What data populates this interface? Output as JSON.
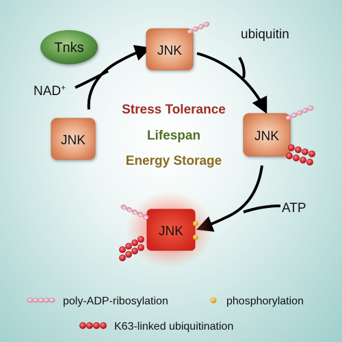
{
  "nodes": {
    "tnks": "Tnks",
    "jnk_start": "JNK",
    "jnk_top": "JNK",
    "jnk_right": "JNK",
    "jnk_bottom": "JNK"
  },
  "labels": {
    "nad": "NAD",
    "nad_sup": "+",
    "ubiquitin": "ubiquitin",
    "atp": "ATP"
  },
  "center": {
    "line1": "Stress Tolerance",
    "line2": "Lifespan",
    "line3": "Energy Storage"
  },
  "legend": {
    "parylation": "poly-ADP-ribosylation",
    "phosphorylation": "phosphorylation",
    "k63_ubiquitination": "K63-linked ubiquitination"
  },
  "colors": {
    "jnk_box": "#e08a63",
    "jnk_box_active": "#e0342c",
    "tnks_oval": "#4f8a3c",
    "ubiquitin_bead": "#d9202a",
    "par_bead": "#e8a6b4",
    "phospho": "#e6a92a",
    "stress_text": "#a02a26",
    "lifespan_text": "#4e6e26",
    "energy_text": "#8a6a1e"
  }
}
